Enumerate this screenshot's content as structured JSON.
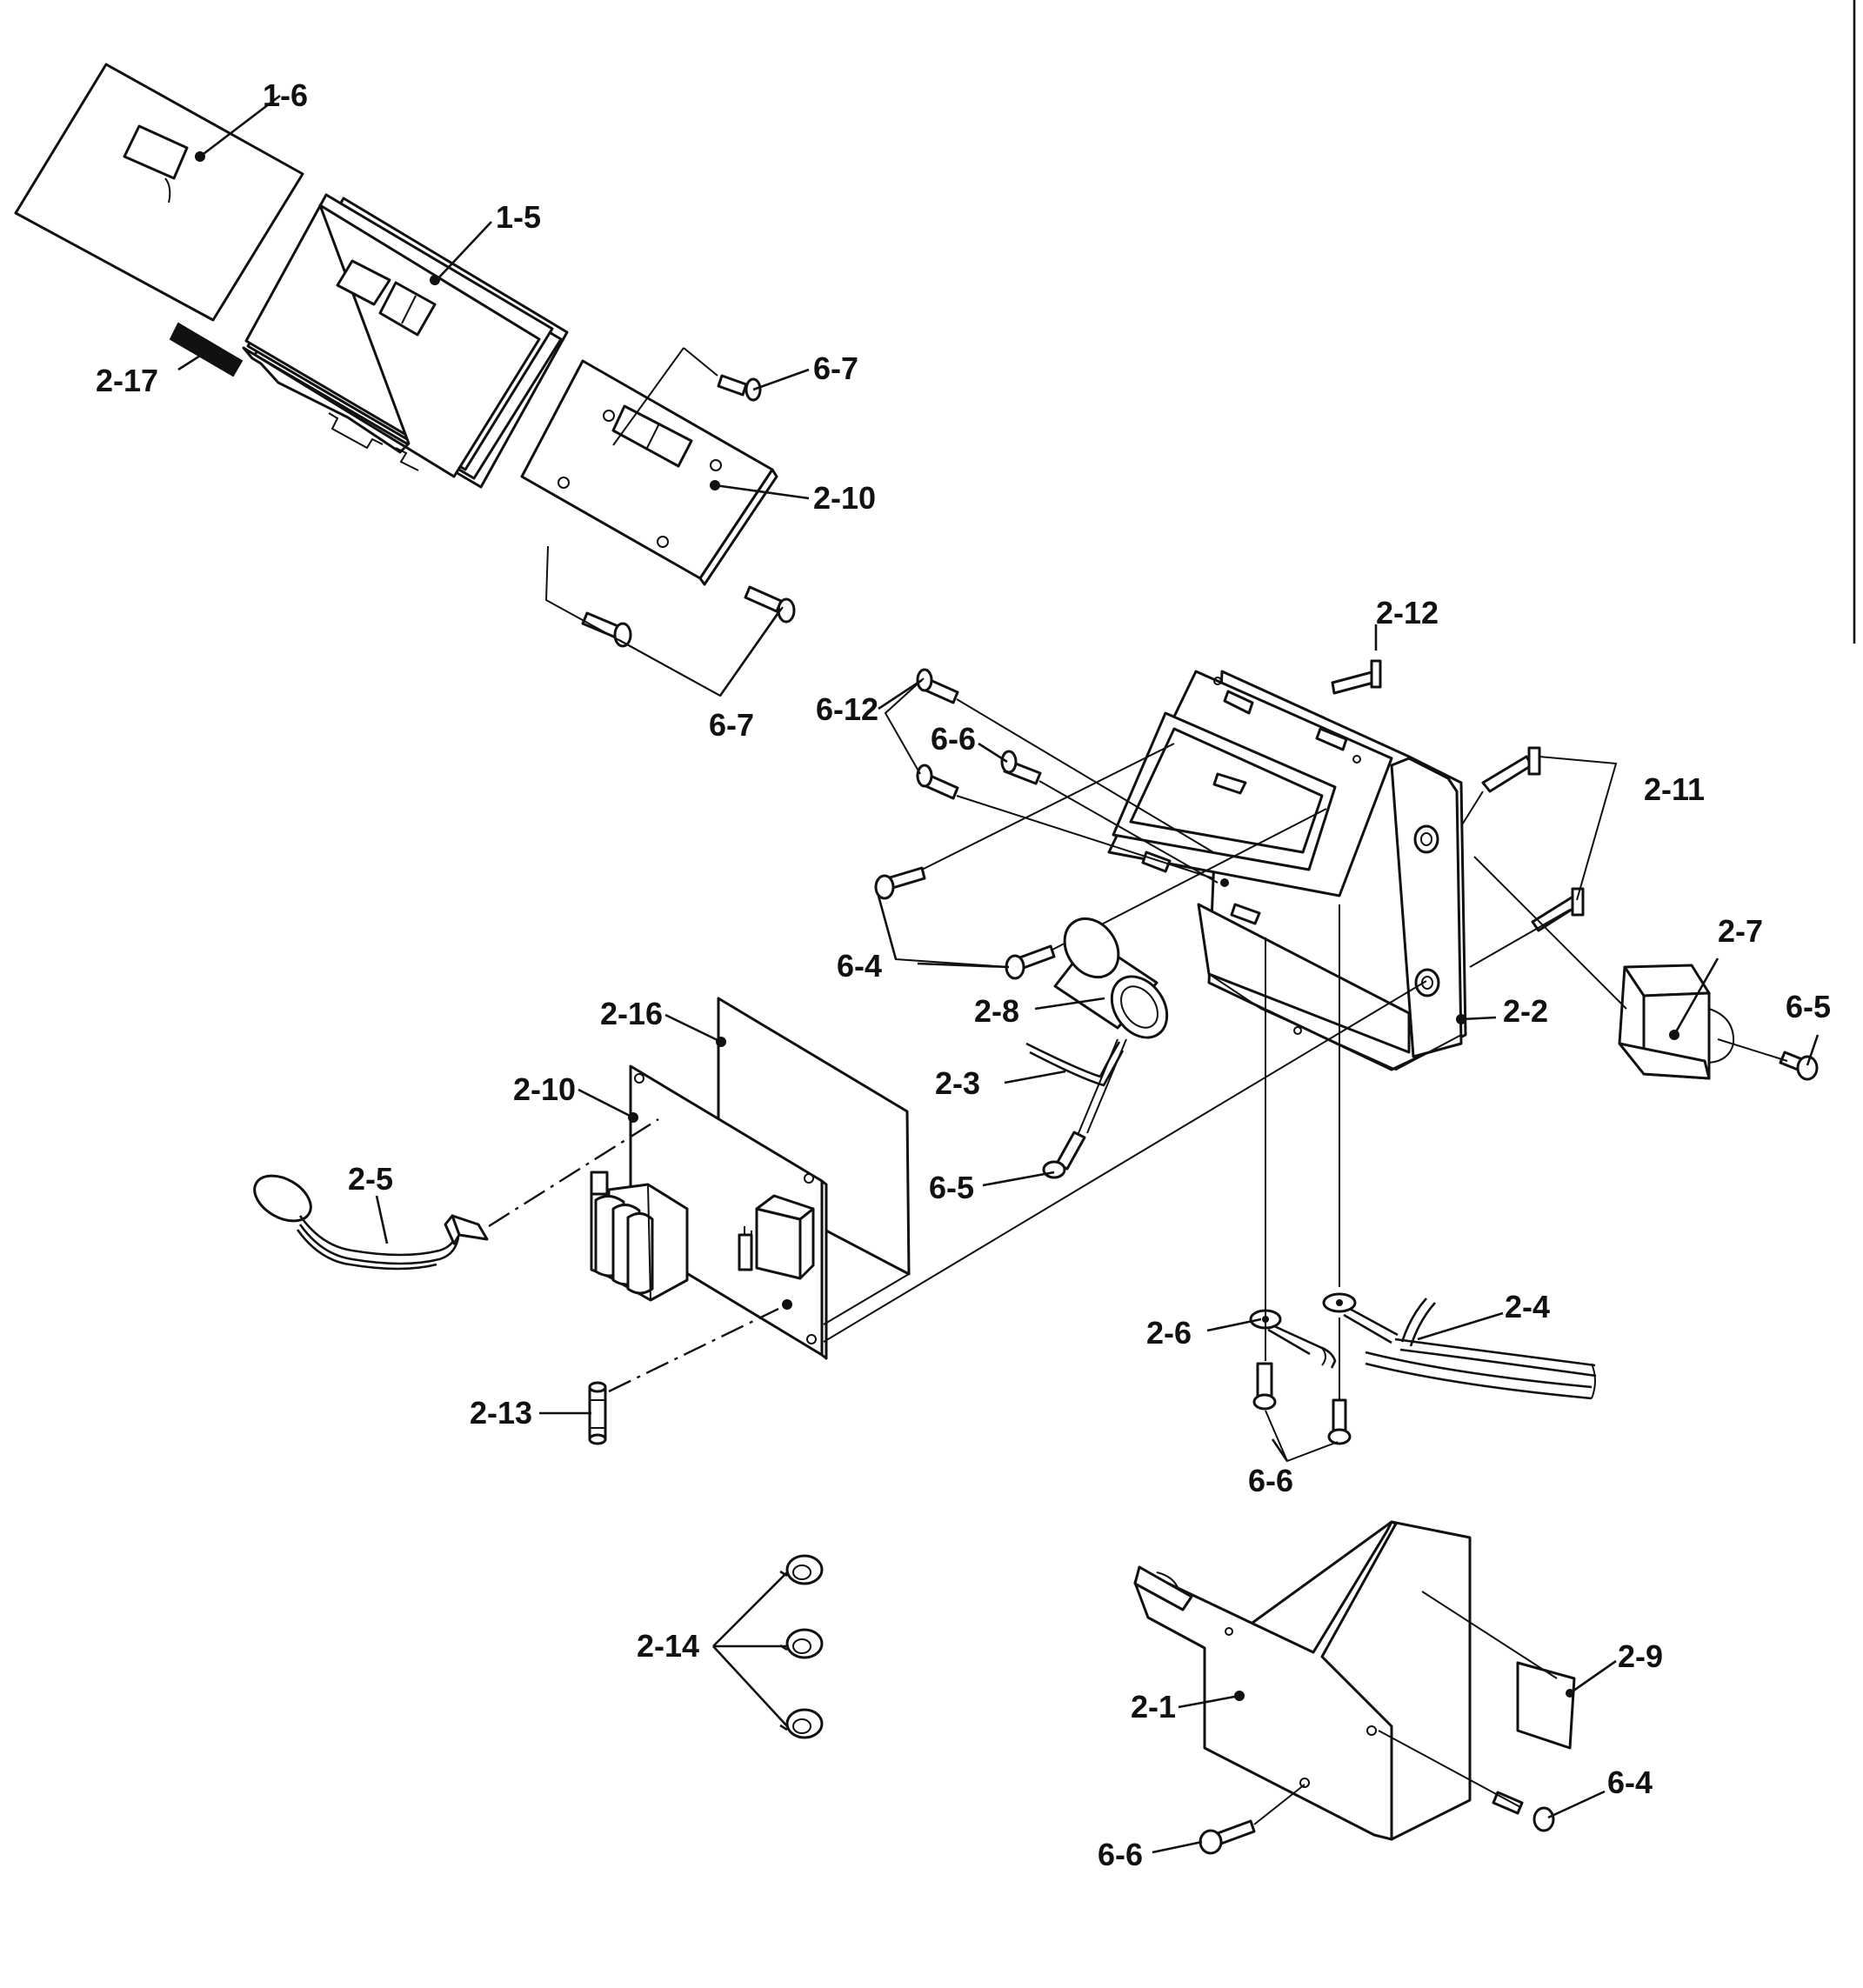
{
  "labels": {
    "l_1_6": "1-6",
    "l_1_5": "1-5",
    "l_2_17": "2-17",
    "l_6_7a": "6-7",
    "l_2_10a": "2-10",
    "l_6_7b": "6-7",
    "l_2_12": "2-12",
    "l_6_12": "6-12",
    "l_6_6a": "6-6",
    "l_2_11": "2-11",
    "l_2_7": "2-7",
    "l_6_5a": "6-5",
    "l_6_4a": "6-4",
    "l_2_8": "2-8",
    "l_2_2": "2-2",
    "l_2_16": "2-16",
    "l_2_3": "2-3",
    "l_2_10b": "2-10",
    "l_6_5b": "6-5",
    "l_2_5": "2-5",
    "l_2_6": "2-6",
    "l_2_4": "2-4",
    "l_2_13": "2-13",
    "l_6_6b": "6-6",
    "l_2_14": "2-14",
    "l_2_9": "2-9",
    "l_2_1": "2-1",
    "l_6_4b": "6-4",
    "l_6_6c": "6-6"
  }
}
